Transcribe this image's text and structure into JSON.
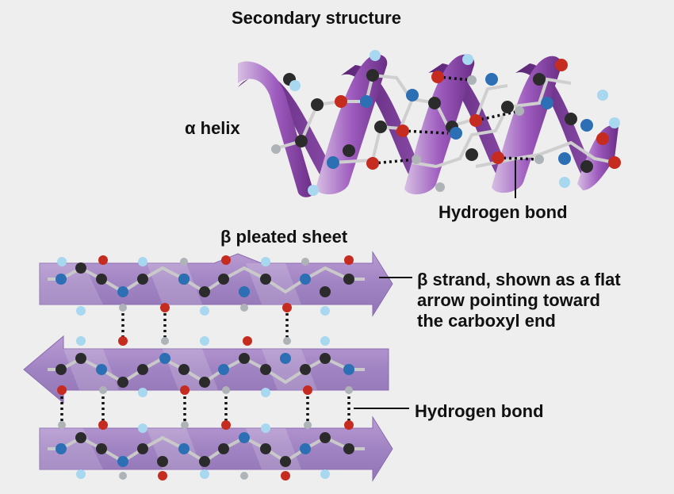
{
  "title": "Secondary structure",
  "alpha_helix": {
    "label": "α helix"
  },
  "beta_sheet": {
    "label": "β pleated sheet",
    "strand_caption": [
      "β strand, shown as a flat",
      "arrow pointing toward",
      "the carboxyl end"
    ]
  },
  "hbond_labels": {
    "helix": "Hydrogen bond",
    "sheet": "Hydrogen bond"
  },
  "colors": {
    "ribbon_light": "#c9a5d9",
    "ribbon_dark": "#6a2d86",
    "strand_fill": "#ad8cc9",
    "strand_edge": "#8a6bb1",
    "carbon": "#2b2b2b",
    "nitrogen": "#2c6fb5",
    "oxygen": "#c62b20",
    "hydrogen": "#aeb3b8",
    "r_group": "#a8d7f0"
  }
}
